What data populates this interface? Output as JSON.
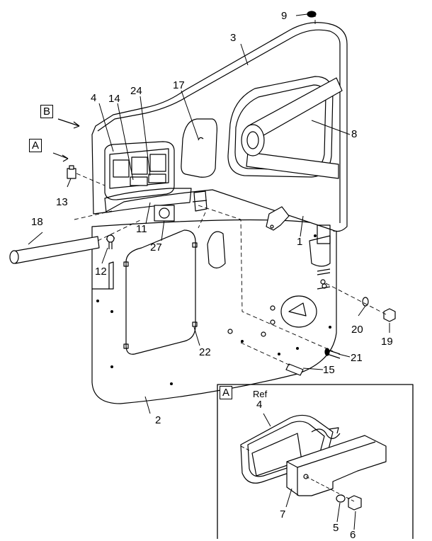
{
  "view_labels": {
    "a": "A",
    "b": "B"
  },
  "callouts": {
    "c1": "1",
    "c2": "2",
    "c3": "3",
    "c4": "4",
    "c8": "8",
    "c9": "9",
    "c11": "11",
    "c12": "12",
    "c13": "13",
    "c14": "14",
    "c15": "15",
    "c17": "17",
    "c18": "18",
    "c19": "19",
    "c20": "20",
    "c21": "21",
    "c22": "22",
    "c24": "24",
    "c27": "27"
  },
  "detail": {
    "title": "A",
    "ref": "Ref",
    "c4": "4",
    "c5": "5",
    "c6": "6",
    "c7": "7"
  }
}
